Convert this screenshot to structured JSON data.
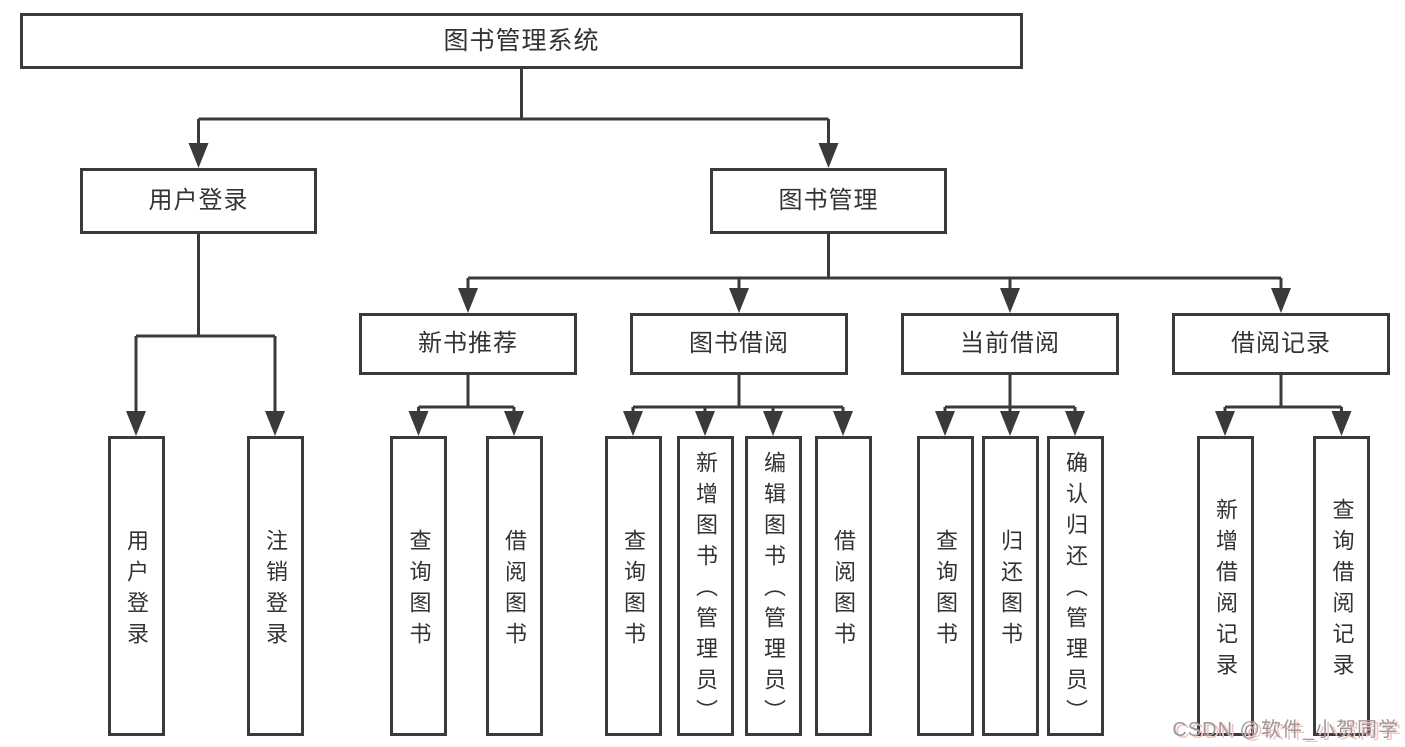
{
  "diagram": {
    "root": "图书管理系统",
    "level2": [
      "用户登录",
      "图书管理"
    ],
    "level3": [
      "新书推荐",
      "图书借阅",
      "当前借阅",
      "借阅记录"
    ],
    "leaves": {
      "user_login": [
        "用户登录",
        "注销登录"
      ],
      "new_book_recommend": [
        "查询图书",
        "借阅图书"
      ],
      "book_borrowing": [
        "查询图书",
        "新增图书（管理员）",
        "编辑图书（管理员）",
        "借阅图书"
      ],
      "current_borrowing": [
        "查询图书",
        "归还图书",
        "确认归还（管理员）"
      ],
      "borrowing_records": [
        "新增借阅记录",
        "查询借阅记录"
      ]
    }
  },
  "watermark": "CSDN @软件_小贺同学",
  "colors": {
    "line": "#3a3a3a",
    "text": "#333333",
    "watermark": "#9b9b9b",
    "watermark_shadow": "#f8c1c1"
  }
}
